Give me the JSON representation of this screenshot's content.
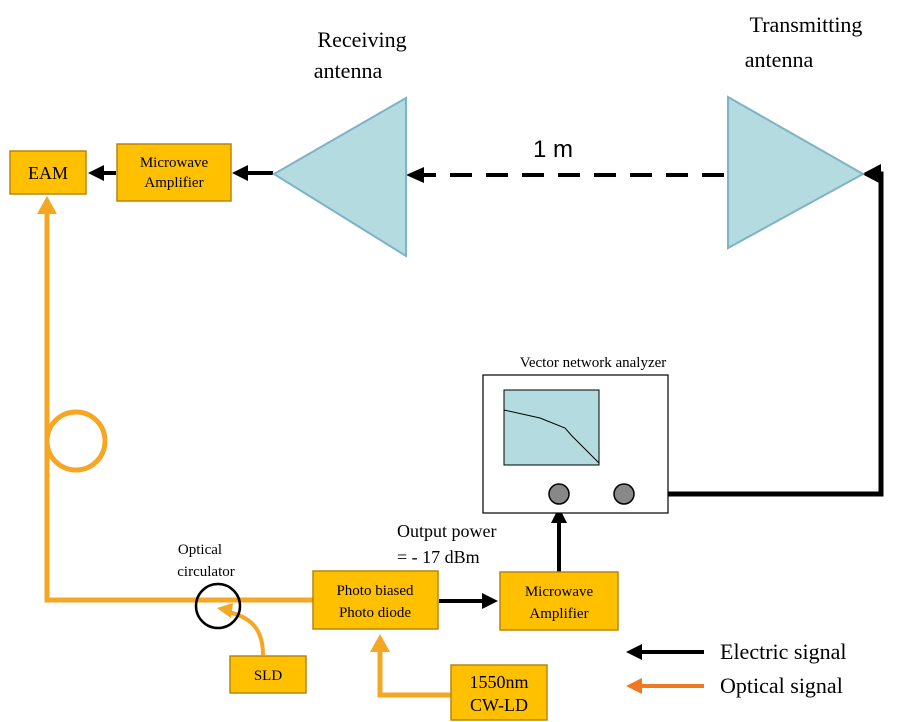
{
  "colors": {
    "box_fill": "#FFC000",
    "box_stroke": "#B8860B",
    "antenna_fill": "#B4DCE0",
    "antenna_stroke": "#7FB2C8",
    "optical": "#F5A623",
    "optical_arrow": "#F07820",
    "electric": "#000000",
    "screen_fill": "#B4DCE0"
  },
  "labels": {
    "receiving_antenna": [
      "Receiving",
      "antenna"
    ],
    "transmitting_antenna": [
      "Transmitting",
      "antenna"
    ],
    "distance": "1 m",
    "eam": "EAM",
    "mw_amp_top": [
      "Microwave",
      "Amplifier"
    ],
    "mw_amp_bottom": [
      "Microwave",
      "Amplifier"
    ],
    "vna": "Vector network analyzer",
    "output_power": [
      "Output power",
      "= - 17 dBm"
    ],
    "optical_circulator": [
      "Optical",
      "circulator"
    ],
    "photodiode": [
      "Photo biased",
      "Photo diode"
    ],
    "sld": "SLD",
    "cw_ld": [
      "1550nm",
      "CW-LD"
    ]
  },
  "legend": {
    "electric": "Electric signal",
    "optical": "Optical signal"
  }
}
